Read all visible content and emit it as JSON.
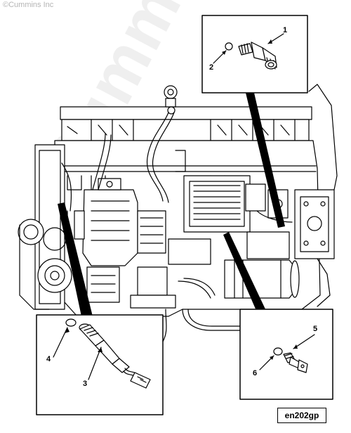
{
  "copyright": "©Cummins Inc",
  "watermark": "Cummins",
  "figure_id": "en202gp",
  "callouts": [
    "1",
    "2",
    "3",
    "4",
    "5",
    "6"
  ],
  "colors": {
    "line": "#000000",
    "watermark": "#efefef",
    "copyright": "#b4b4b4"
  }
}
